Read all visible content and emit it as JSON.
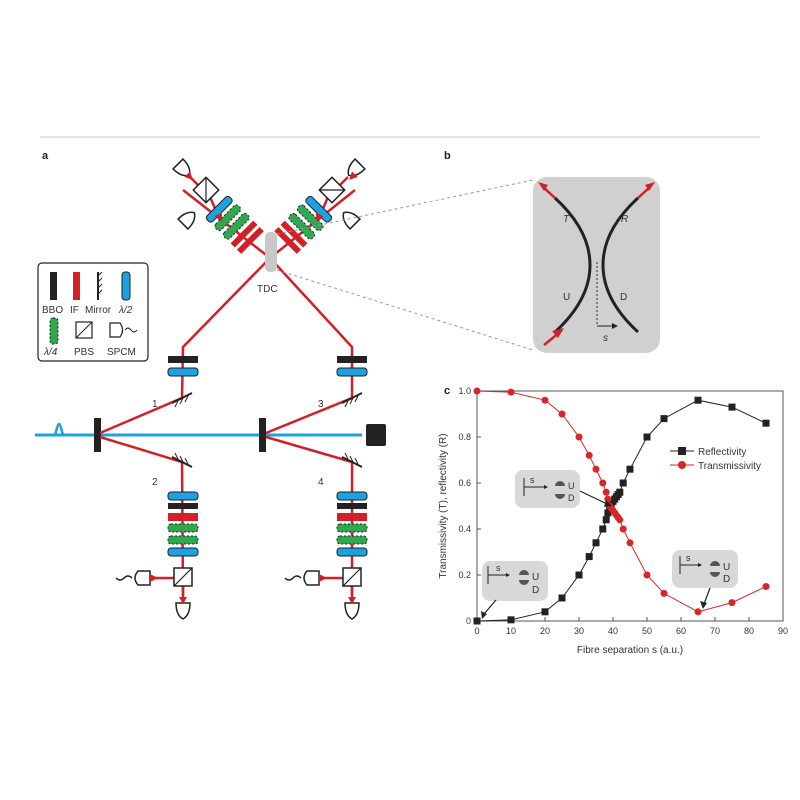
{
  "panels": {
    "a": "a",
    "b": "b",
    "c": "c"
  },
  "legend": {
    "bbo": "BBO",
    "if": "IF",
    "mirror": "Mirror",
    "half_wave": "λ/2",
    "quarter_wave": "λ/4",
    "pbs": "PBS",
    "spcm": "SPCM"
  },
  "setup": {
    "tdc": "TDC",
    "mirror_labels": [
      "1",
      "2",
      "3",
      "4"
    ]
  },
  "coupler": {
    "t_label": "T",
    "r_label": "R",
    "u_label": "U",
    "d_label": "D",
    "s_label": "s"
  },
  "chart_data": {
    "type": "line",
    "xlabel": "Fibre separation s (a.u.)",
    "ylabel": "Transmissivity (T), reflectivity (R)",
    "xlim": [
      0,
      90
    ],
    "ylim": [
      0,
      1.0
    ],
    "xticks": [
      "0",
      "10",
      "20",
      "30",
      "40",
      "50",
      "60",
      "70",
      "80",
      "90"
    ],
    "yticks": [
      "0",
      "0.2",
      "0.4",
      "0.6",
      "0.8",
      "1.0"
    ],
    "legend_position": "right",
    "series": [
      {
        "name": "Reflectivity",
        "color": "#222222",
        "marker": "square",
        "x": [
          0,
          10,
          20,
          25,
          30,
          33,
          35,
          37,
          38,
          38.5,
          39,
          39.5,
          40,
          40.5,
          41,
          41.5,
          42,
          43,
          45,
          50,
          55,
          65,
          75,
          85
        ],
        "y": [
          0.0,
          0.005,
          0.04,
          0.1,
          0.2,
          0.28,
          0.34,
          0.4,
          0.44,
          0.47,
          0.5,
          0.51,
          0.52,
          0.53,
          0.54,
          0.55,
          0.56,
          0.6,
          0.66,
          0.8,
          0.88,
          0.96,
          0.93,
          0.86
        ]
      },
      {
        "name": "Transmissivity",
        "color": "#d62728",
        "marker": "circle",
        "x": [
          0,
          10,
          20,
          25,
          30,
          33,
          35,
          37,
          38,
          38.5,
          39,
          39.5,
          40,
          40.5,
          41,
          41.5,
          42,
          43,
          45,
          50,
          55,
          65,
          75,
          85
        ],
        "y": [
          1.0,
          0.995,
          0.96,
          0.9,
          0.8,
          0.72,
          0.66,
          0.6,
          0.56,
          0.53,
          0.5,
          0.49,
          0.48,
          0.47,
          0.46,
          0.45,
          0.44,
          0.4,
          0.34,
          0.2,
          0.12,
          0.04,
          0.08,
          0.15
        ]
      }
    ],
    "insets": [
      {
        "s_label": "s",
        "u": "U",
        "d": "D"
      },
      {
        "s_label": "s",
        "u": "U",
        "d": "D"
      },
      {
        "s_label": "s",
        "u": "U",
        "d": "D"
      }
    ]
  }
}
